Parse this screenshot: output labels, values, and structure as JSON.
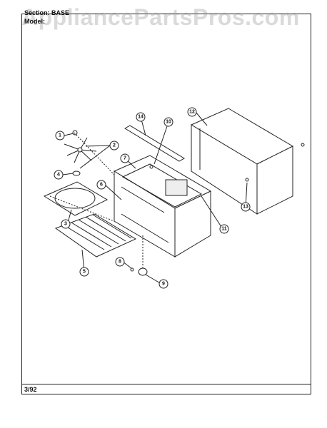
{
  "watermark": "AppliancePartsPros.com",
  "header": {
    "section": "Section: BASE",
    "model": "Model: "
  },
  "footer": {
    "date": "3/92"
  },
  "callouts": [
    "1",
    "2",
    "3",
    "4",
    "5",
    "6",
    "7",
    "8",
    "9",
    "10",
    "11",
    "12",
    "13",
    "14"
  ]
}
